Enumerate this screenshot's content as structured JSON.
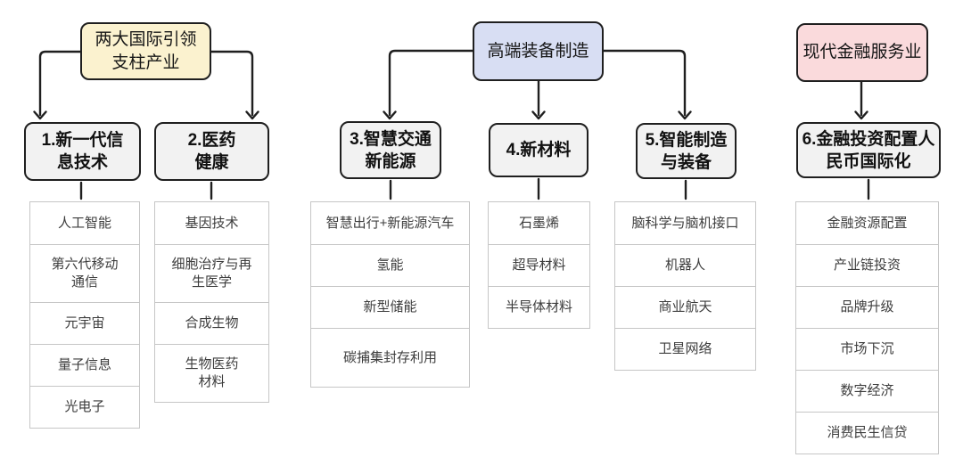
{
  "palette": {
    "parent_pillar_bg": "#FBF2CF",
    "parent_equipment_bg": "#D8DEF3",
    "parent_finance_bg": "#FADADC",
    "category_bg": "#F2F2F2",
    "box_border": "#1F1F1F",
    "list_border": "#C6C6C6",
    "list_text": "#3D3D3D"
  },
  "parents": [
    {
      "label": [
        "两大国际引领",
        "支柱产业"
      ]
    },
    {
      "label": [
        "高端装备制造"
      ]
    },
    {
      "label": [
        "现代金融服务业"
      ]
    }
  ],
  "columns": [
    {
      "title": [
        "1.新一代信",
        "息技术"
      ],
      "items": [
        [
          "人工智能"
        ],
        [
          "第六代移动",
          "通信"
        ],
        [
          "元宇宙"
        ],
        [
          "量子信息"
        ],
        [
          "光电子"
        ]
      ]
    },
    {
      "title": [
        "2.医药",
        "健康"
      ],
      "items": [
        [
          "基因技术"
        ],
        [
          "细胞治疗与再",
          "生医学"
        ],
        [
          "合成生物"
        ],
        [
          "生物医药",
          "材料"
        ]
      ]
    },
    {
      "title": [
        "3.智慧交通",
        "新能源"
      ],
      "items": [
        [
          "智慧出行+新能源汽车"
        ],
        [
          "氢能"
        ],
        [
          "新型储能"
        ],
        [
          "碳捕集封存利用"
        ]
      ]
    },
    {
      "title": [
        "4.新材料"
      ],
      "items": [
        [
          "石墨烯"
        ],
        [
          "超导材料"
        ],
        [
          "半导体材料"
        ]
      ]
    },
    {
      "title": [
        "5.智能制造",
        "与装备"
      ],
      "items": [
        [
          "脑科学与脑机接口"
        ],
        [
          "机器人"
        ],
        [
          "商业航天"
        ],
        [
          "卫星网络"
        ]
      ]
    },
    {
      "title": [
        "6.金融投资配置人",
        "民币国际化"
      ],
      "items": [
        [
          "金融资源配置"
        ],
        [
          "产业链投资"
        ],
        [
          "品牌升级"
        ],
        [
          "市场下沉"
        ],
        [
          "数字经济"
        ],
        [
          "消费民生信贷"
        ]
      ]
    }
  ]
}
